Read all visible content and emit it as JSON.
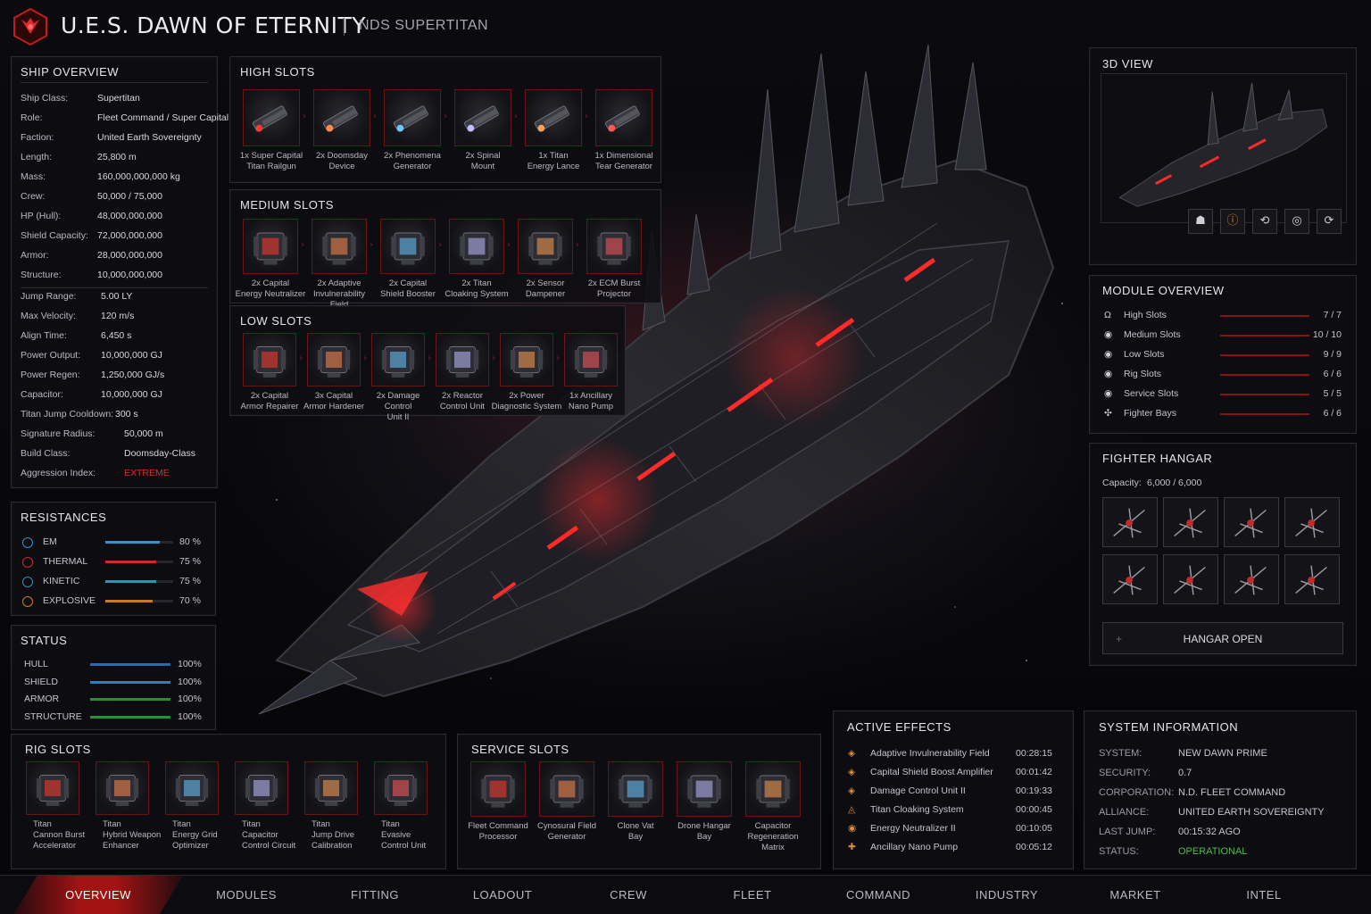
{
  "header": {
    "title": "U.E.S. DAWN OF ETERNITY",
    "subtitle": "NDS SUPERTITAN"
  },
  "ship_overview": {
    "title": "SHIP OVERVIEW",
    "rows": [
      {
        "k": "Ship Class:",
        "v": "Supertitan"
      },
      {
        "k": "Role:",
        "v": "Fleet Command / Super Capital"
      },
      {
        "k": "Faction:",
        "v": "United Earth Sovereignty"
      },
      {
        "k": "Length:",
        "v": "25,800 m"
      },
      {
        "k": "Mass:",
        "v": "160,000,000,000 kg"
      },
      {
        "k": "Crew:",
        "v": "50,000 / 75,000"
      },
      {
        "k": "HP (Hull):",
        "v": "48,000,000,000"
      },
      {
        "k": "Shield Capacity:",
        "v": "72,000,000,000"
      },
      {
        "k": "Armor:",
        "v": "28,000,000,000"
      },
      {
        "k": "Structure:",
        "v": "10,000,000,000"
      },
      {
        "k": "Jump Range:",
        "v": "5.00 LY"
      },
      {
        "k": "Max Velocity:",
        "v": "120 m/s"
      },
      {
        "k": "Align Time:",
        "v": "6,450 s"
      },
      {
        "k": "Power Output:",
        "v": "10,000,000 GJ"
      },
      {
        "k": "Power Regen:",
        "v": "1,250,000 GJ/s"
      },
      {
        "k": "Capacitor:",
        "v": "10,000,000 GJ"
      },
      {
        "k": "Titan Jump Cooldown:",
        "v": "300 s"
      },
      {
        "k": "Signature Radius:",
        "v": "50,000 m"
      },
      {
        "k": "Build Class:",
        "v": "Doomsday-Class"
      },
      {
        "k": "Aggression Index:",
        "v": "EXTREME"
      }
    ]
  },
  "resistances": {
    "title": "RESISTANCES",
    "items": [
      {
        "name": "EM",
        "value": "80 %",
        "pct": 80,
        "color": "#3a8fd0"
      },
      {
        "name": "THERMAL",
        "value": "75 %",
        "pct": 75,
        "color": "#d02a2a"
      },
      {
        "name": "KINETIC",
        "value": "75 %",
        "pct": 75,
        "color": "#3a8fb0"
      },
      {
        "name": "EXPLOSIVE",
        "value": "70 %",
        "pct": 70,
        "color": "#d07a20"
      }
    ]
  },
  "status": {
    "title": "STATUS",
    "items": [
      {
        "name": "HULL",
        "value": "100%",
        "pct": 100,
        "color": "#2a6ab0"
      },
      {
        "name": "SHIELD",
        "value": "100%",
        "pct": 100,
        "color": "#2a80c0"
      },
      {
        "name": "ARMOR",
        "value": "100%",
        "pct": 100,
        "color": "#2f8a3a"
      },
      {
        "name": "STRUCTURE",
        "value": "100%",
        "pct": 100,
        "color": "#2f8a3a"
      }
    ]
  },
  "high_slots": {
    "title": "HIGH SLOTS",
    "items": [
      [
        "1x Super Capital",
        "Titan Railgun"
      ],
      [
        "2x Doomsday",
        "Device"
      ],
      [
        "2x Phenomena",
        "Generator"
      ],
      [
        "2x Spinal",
        "Mount"
      ],
      [
        "1x Titan",
        "Energy Lance"
      ],
      [
        "1x Dimensional",
        "Tear Generator"
      ]
    ]
  },
  "medium_slots": {
    "title": "MEDIUM SLOTS",
    "items": [
      [
        "2x Capital",
        "Energy Neutralizer"
      ],
      [
        "2x Adaptive",
        "Invulnerability Field"
      ],
      [
        "2x Capital",
        "Shield Booster"
      ],
      [
        "2x Titan",
        "Cloaking System"
      ],
      [
        "2x Sensor",
        "Dampener"
      ],
      [
        "2x ECM Burst",
        "Projector"
      ]
    ]
  },
  "low_slots": {
    "title": "LOW SLOTS",
    "items": [
      [
        "2x Capital",
        "Armor Repairer"
      ],
      [
        "3x Capital",
        "Armor Hardener"
      ],
      [
        "2x Damage Control",
        "Unit II"
      ],
      [
        "2x Reactor",
        "Control Unit"
      ],
      [
        "2x Power",
        "Diagnostic System"
      ],
      [
        "1x Ancillary",
        "Nano Pump"
      ]
    ]
  },
  "rig_slots": {
    "title": "RIG SLOTS",
    "items": [
      [
        "Titan",
        "Cannon Burst",
        "Accelerator"
      ],
      [
        "Titan",
        "Hybrid Weapon",
        "Enhancer"
      ],
      [
        "Titan",
        "Energy Grid",
        "Optimizer"
      ],
      [
        "Titan",
        "Capacitor",
        "Control Circuit"
      ],
      [
        "Titan",
        "Jump Drive",
        "Calibration"
      ],
      [
        "Titan",
        "Evasive",
        "Control Unit"
      ]
    ]
  },
  "service_slots": {
    "title": "SERVICE SLOTS",
    "items": [
      [
        "Fleet Command",
        "Processor",
        ""
      ],
      [
        "Cynosural Field",
        "Generator",
        ""
      ],
      [
        "Clone Vat",
        "Bay",
        ""
      ],
      [
        "Drone Hangar",
        "Bay",
        ""
      ],
      [
        "Capacitor",
        "Regeneration",
        "Matrix"
      ]
    ]
  },
  "view3d": {
    "title": "3D VIEW"
  },
  "module_overview": {
    "title": "MODULE OVERVIEW",
    "items": [
      {
        "name": "High Slots",
        "value": "7 / 7"
      },
      {
        "name": "Medium Slots",
        "value": "10 / 10"
      },
      {
        "name": "Low Slots",
        "value": "9 / 9"
      },
      {
        "name": "Rig Slots",
        "value": "6 / 6"
      },
      {
        "name": "Service Slots",
        "value": "5 / 5"
      },
      {
        "name": "Fighter Bays",
        "value": "6 / 6"
      }
    ]
  },
  "fighter_hangar": {
    "title": "FIGHTER HANGAR",
    "capacity_label": "Capacity:",
    "capacity_value": "6,000 / 6,000",
    "button": "HANGAR OPEN"
  },
  "active_effects": {
    "title": "ACTIVE EFFECTS",
    "items": [
      {
        "name": "Adaptive Invulnerability Field",
        "time": "00:28:15"
      },
      {
        "name": "Capital Shield Boost Amplifier",
        "time": "00:01:42"
      },
      {
        "name": "Damage Control Unit II",
        "time": "00:19:33"
      },
      {
        "name": "Titan Cloaking System",
        "time": "00:00:45"
      },
      {
        "name": "Energy Neutralizer II",
        "time": "00:10:05"
      },
      {
        "name": "Ancillary Nano Pump",
        "time": "00:05:12"
      }
    ]
  },
  "system_info": {
    "title": "SYSTEM INFORMATION",
    "rows": [
      {
        "k": "SYSTEM:",
        "v": "NEW DAWN PRIME"
      },
      {
        "k": "SECURITY:",
        "v": "0.7"
      },
      {
        "k": "CORPORATION:",
        "v": "N.D. FLEET COMMAND"
      },
      {
        "k": "ALLIANCE:",
        "v": "UNITED EARTH SOVEREIGNTY"
      },
      {
        "k": "LAST JUMP:",
        "v": "00:15:32 AGO"
      },
      {
        "k": "STATUS:",
        "v": "OPERATIONAL"
      }
    ],
    "status_color": "#4cbf4c"
  },
  "nav": [
    "OVERVIEW",
    "MODULES",
    "FITTING",
    "LOADOUT",
    "CREW",
    "FLEET",
    "COMMAND",
    "INDUSTRY",
    "MARKET",
    "INTEL"
  ],
  "colors": {
    "accent": "#c41a1a",
    "danger": "#e02a2a"
  }
}
